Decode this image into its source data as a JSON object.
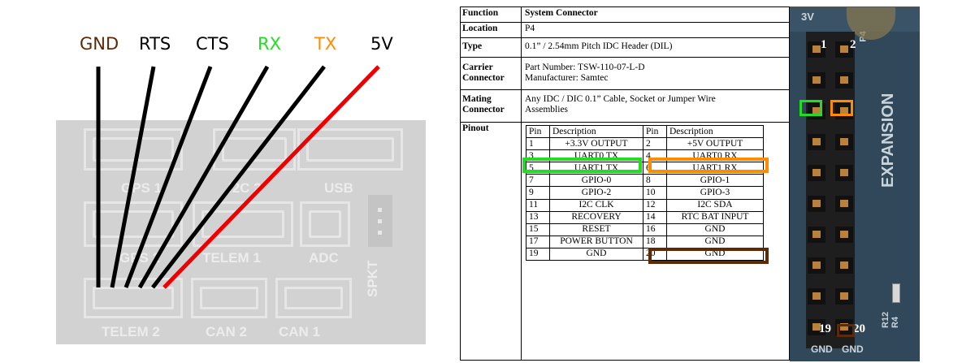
{
  "wiring": {
    "labels": [
      {
        "text": "GND",
        "color": "#5c2a07"
      },
      {
        "text": "RTS",
        "color": "#000000"
      },
      {
        "text": "CTS",
        "color": "#000000"
      },
      {
        "text": "RX",
        "color": "#22dd22"
      },
      {
        "text": "TX",
        "color": "#ff8c00"
      },
      {
        "text": "5V",
        "color": "#000000"
      }
    ],
    "wire_colors": [
      "#000000",
      "#000000",
      "#000000",
      "#000000",
      "#000000",
      "#ee0000"
    ]
  },
  "board": {
    "ports": [
      "GPS 1",
      "I2C 2",
      "USB",
      "GPS 2",
      "TELEM 1",
      "ADC",
      "SPKT",
      "TELEM 2",
      "CAN 2",
      "CAN 1"
    ]
  },
  "spec": {
    "rows": [
      {
        "key": "Function",
        "value": "System Connector",
        "bold_value": true
      },
      {
        "key": "Location",
        "value": "P4"
      },
      {
        "key": "Type",
        "value": "0.1” / 2.54mm Pitch IDC Header (DIL)"
      },
      {
        "key": "Carrier Connector",
        "value_lines": [
          "Part Number: TSW-110-07-L-D",
          "Manufacturer: Samtec"
        ]
      },
      {
        "key": "Mating Connector",
        "value_lines": [
          "Any IDC / DIC 0.1” Cable, Socket or Jumper Wire",
          "Assemblies"
        ]
      }
    ],
    "pinout_key": "Pinout",
    "pinout_headers": [
      "Pin",
      "Description",
      "Pin",
      "Description"
    ],
    "pinout_rows": [
      [
        "1",
        "+3.3V OUTPUT",
        "2",
        "+5V OUTPUT"
      ],
      [
        "3",
        "UART0 TX",
        "4",
        "UART0 RX"
      ],
      [
        "5",
        "UART1 TX",
        "6",
        "UART1 RX"
      ],
      [
        "7",
        "GPIO-0",
        "8",
        "GPIO-1"
      ],
      [
        "9",
        "GPIO-2",
        "10",
        "GPIO-3"
      ],
      [
        "11",
        "I2C CLK",
        "12",
        "I2C SDA"
      ],
      [
        "13",
        "RECOVERY",
        "14",
        "RTC BAT INPUT"
      ],
      [
        "15",
        "RESET",
        "16",
        "GND"
      ],
      [
        "17",
        "POWER BUTTON",
        "18",
        "GND"
      ],
      [
        "19",
        "GND",
        "20",
        "GND"
      ]
    ],
    "highlight_colors": {
      "green": "#22dd22",
      "orange": "#ff8c00",
      "brown": "#5c2a07"
    }
  },
  "photo": {
    "top_left": "3V",
    "top_right": "P4",
    "pin_1": "1",
    "pin_2": "2",
    "pin_19": "19",
    "pin_20": "20",
    "side_text": "EXPANSION",
    "bottom_left": "GND",
    "bottom_right": "GND",
    "r12": "R12",
    "r4": "R4"
  }
}
